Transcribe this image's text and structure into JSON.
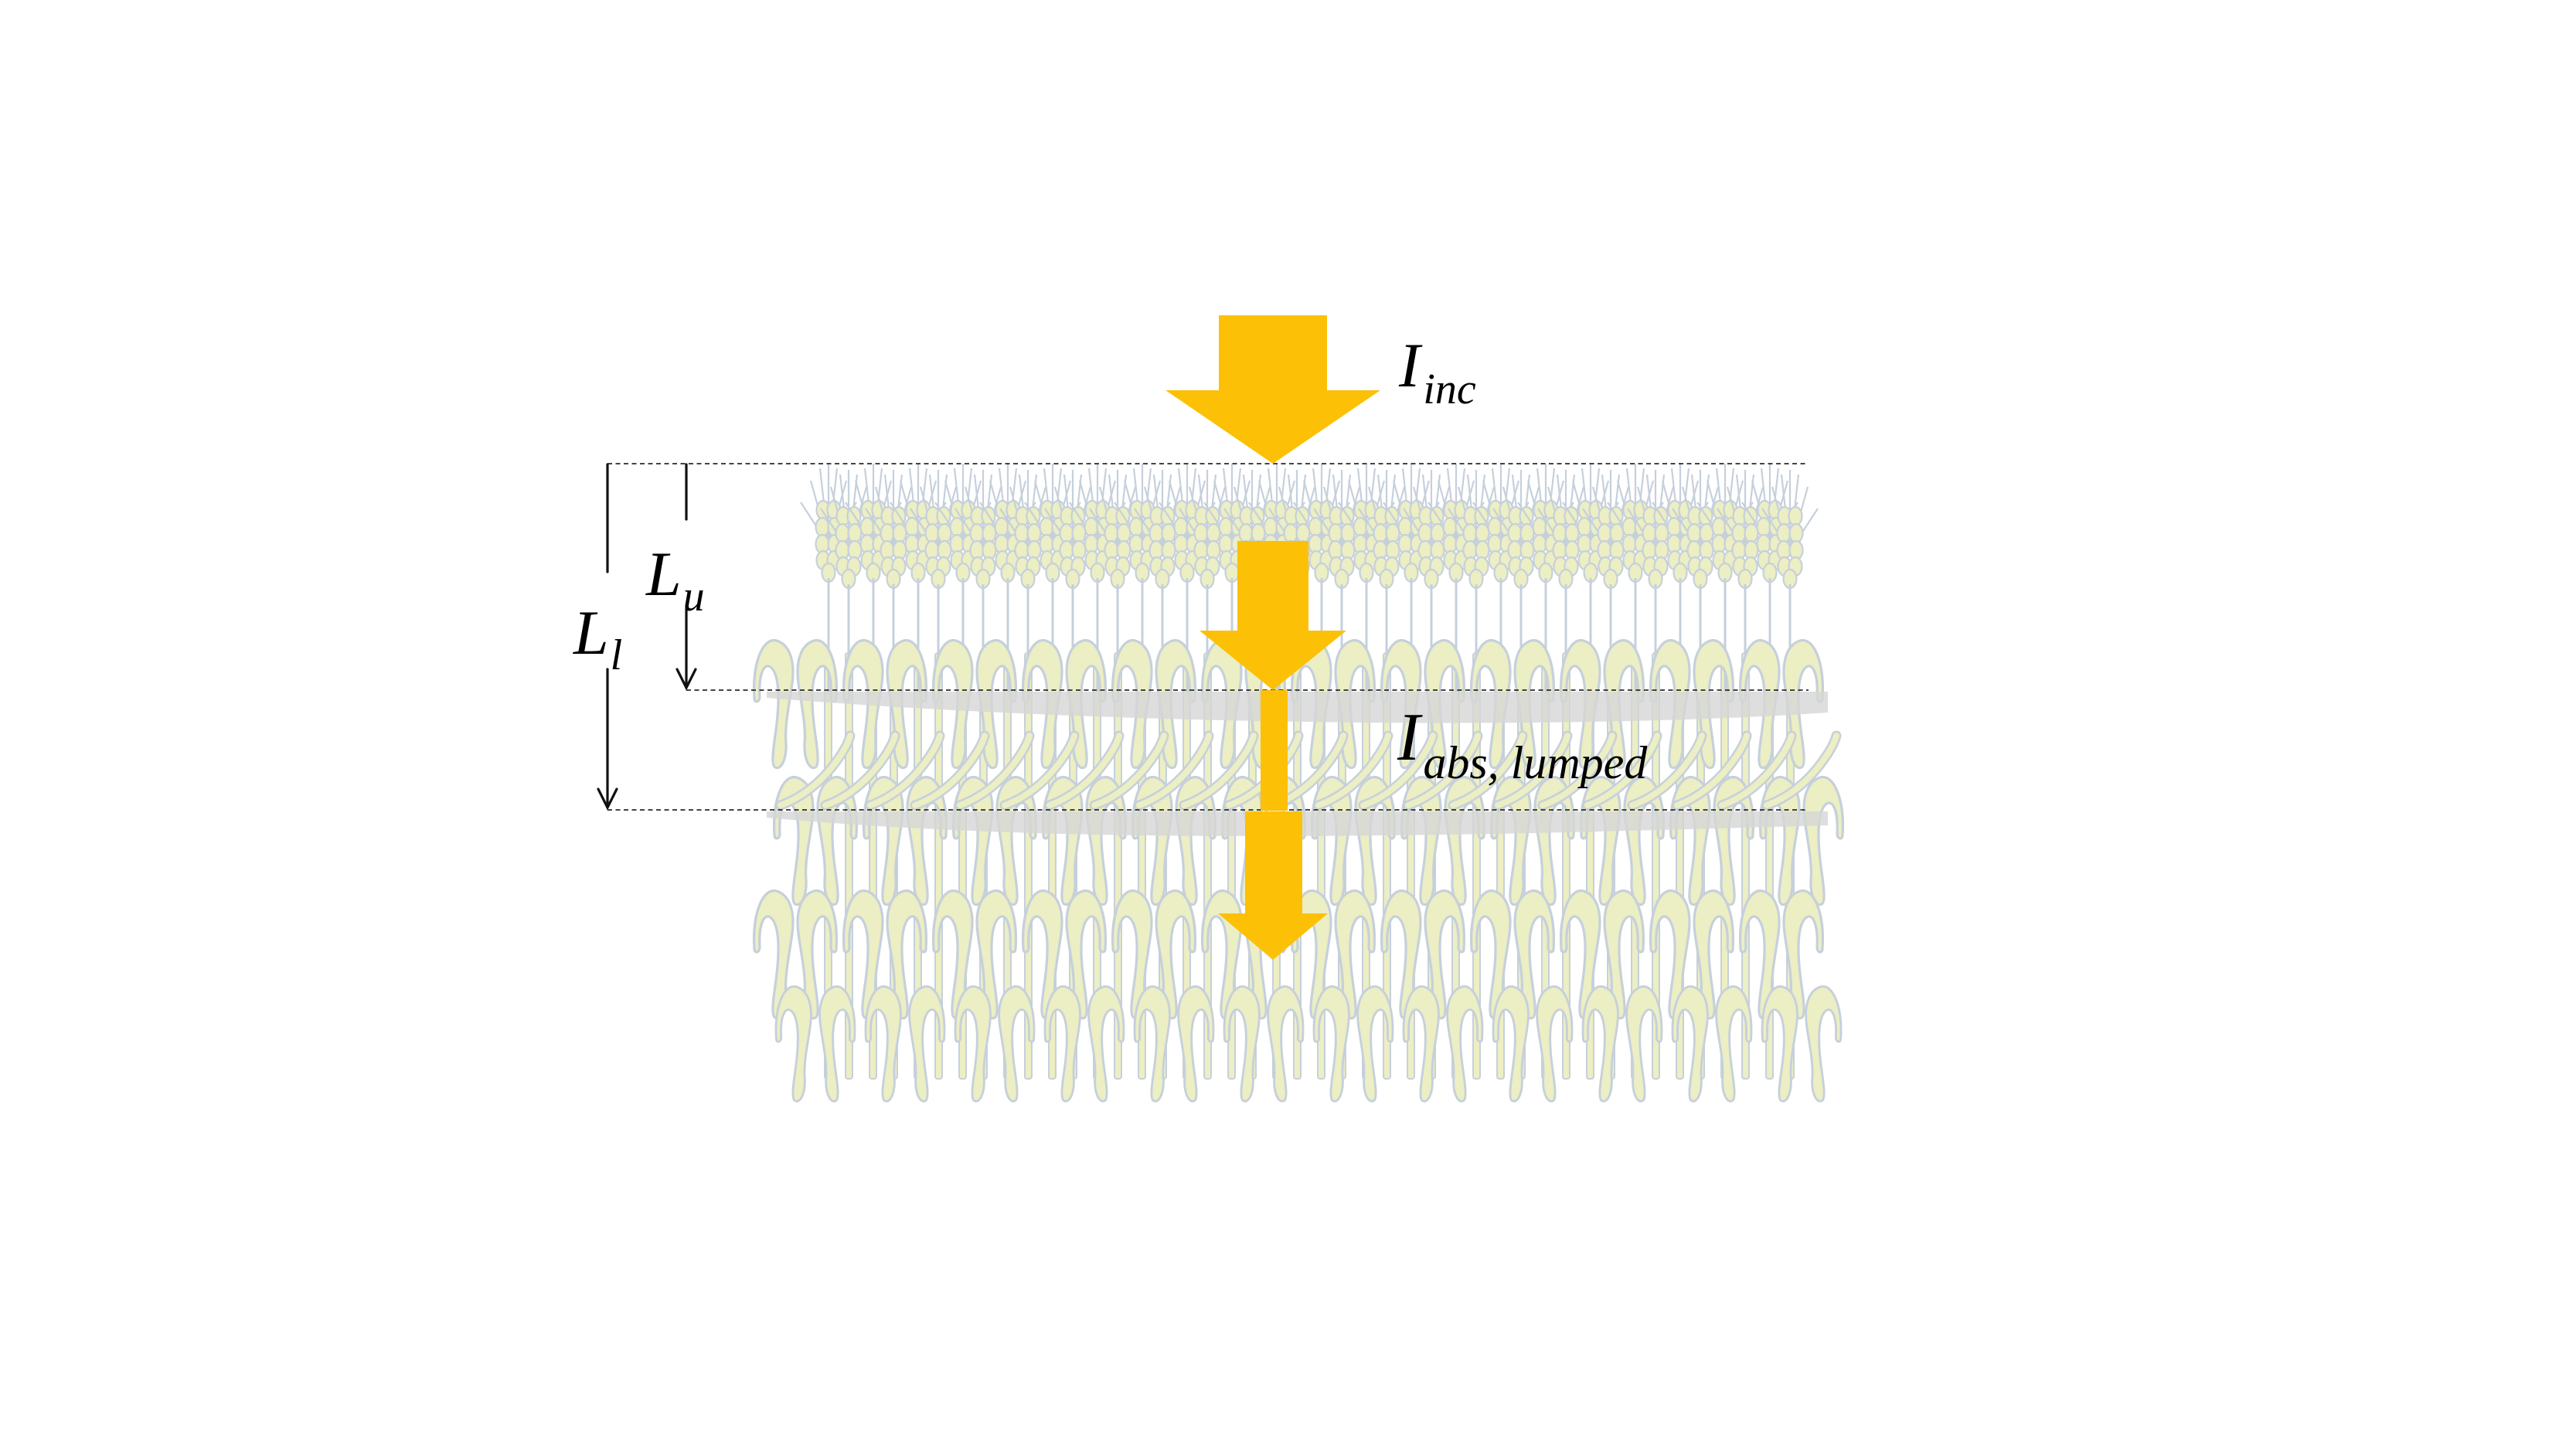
{
  "figure": {
    "labels": {
      "incident": {
        "base": "I",
        "sub": "inc"
      },
      "upper_layer_depth": {
        "base": "L",
        "sub": "u"
      },
      "lower_layer_depth": {
        "base": "L",
        "sub": "l"
      },
      "absorbed_lumped": {
        "base": "I",
        "sub": "abs, lumped"
      }
    }
  },
  "colors": {
    "arrow": "#FCC006",
    "dimension_line": "#111111",
    "boundary_line": "#2a2a2a",
    "label_text": "#000000",
    "canopy_leaf_fill": "#EBEEC0",
    "canopy_outline": "#C4CEDA",
    "shadow_band": "#D6D6D6",
    "background": "#FFFFFF"
  }
}
